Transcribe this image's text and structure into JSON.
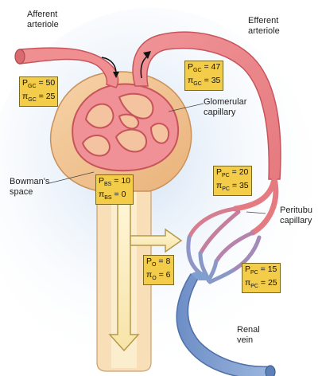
{
  "labels": {
    "afferent_line1": "Afferent",
    "afferent_line2": "arteriole",
    "efferent_line1": "Efferent",
    "efferent_line2": "arteriole",
    "glomerular_line1": "Glomerular",
    "glomerular_line2": "capillary",
    "bowman_line1": "Bowman's",
    "bowman_line2": "space",
    "peritubular_line1": "Peritubu",
    "peritubular_line2": "capillary",
    "renal_line1": "Renal",
    "renal_line2": "vein"
  },
  "pressure_boxes": {
    "glomerular_left": {
      "p_sym": "P",
      "p_sub": "GC",
      "p_val": "= 50",
      "pi_sym": "π",
      "pi_sub": "GC",
      "pi_val": "= 25"
    },
    "glomerular_right": {
      "p_sym": "P",
      "p_sub": "GC",
      "p_val": "= 47",
      "pi_sym": "π",
      "pi_sub": "GC",
      "pi_val": "= 35"
    },
    "bowman": {
      "p_sym": "P",
      "p_sub": "BS",
      "p_val": "= 10",
      "pi_sym": "π",
      "pi_sub": "BS",
      "pi_val": "= 0"
    },
    "peritubular_top": {
      "p_sym": "P",
      "p_sub": "PC",
      "p_val": "= 20",
      "pi_sym": "π",
      "pi_sub": "PC",
      "pi_val": "= 35"
    },
    "interstitial": {
      "p_sym": "P",
      "p_sub": "O",
      "p_val": "= 8",
      "pi_sym": "π",
      "pi_sub": "O",
      "pi_val": "= 6"
    },
    "peritubular_bottom": {
      "p_sym": "P",
      "p_sub": "PC",
      "p_val": "= 15",
      "pi_sym": "π",
      "pi_sub": "PC",
      "pi_val": "= 25"
    }
  },
  "colors": {
    "arteriole": "#ef8f92",
    "capillary_dark": "#d45a60",
    "vein": "#7f9fd0",
    "bowman_fill": "#f3c896",
    "tubule": "#fbe7c4",
    "box": "#f3cc4a"
  }
}
